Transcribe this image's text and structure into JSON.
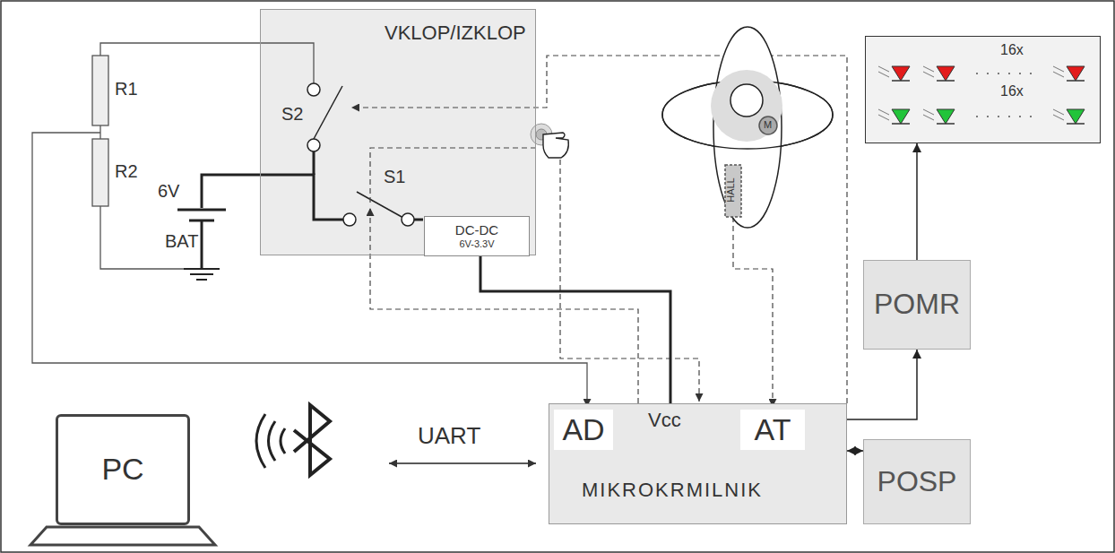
{
  "diagram": {
    "nodes": [
      {
        "text": [
          "VKLOP/IZKLOP"
        ]
      },
      {
        "text": [
          "DC-DC",
          "6V-3.3V"
        ],
        "in": 0
      },
      {
        "text": [
          "Vcc",
          "MIKROKRMILNIK"
        ]
      },
      {
        "text": [
          "AD"
        ],
        "in": 2
      },
      {
        "text": [
          "AT"
        ],
        "in": 2
      },
      {
        "text": [
          "PC"
        ]
      },
      {
        "text": [
          "POMR"
        ]
      },
      {
        "text": [
          "POSP"
        ]
      },
      {
        "text": [
          "16x",
          "16x"
        ]
      }
    ],
    "edges": [
      {
        "from": 1,
        "to": 2,
        "arrow": "none"
      },
      {
        "from": 2,
        "to": 6,
        "arrow": "to"
      },
      {
        "from": 6,
        "to": 8,
        "arrow": "to"
      },
      {
        "from": 2,
        "to": 7,
        "arrow": "both"
      }
    ],
    "labels": [
      "R1",
      "R2",
      "6V",
      "BAT",
      "S2",
      "S1",
      "UART",
      "M",
      "HALL"
    ]
  }
}
